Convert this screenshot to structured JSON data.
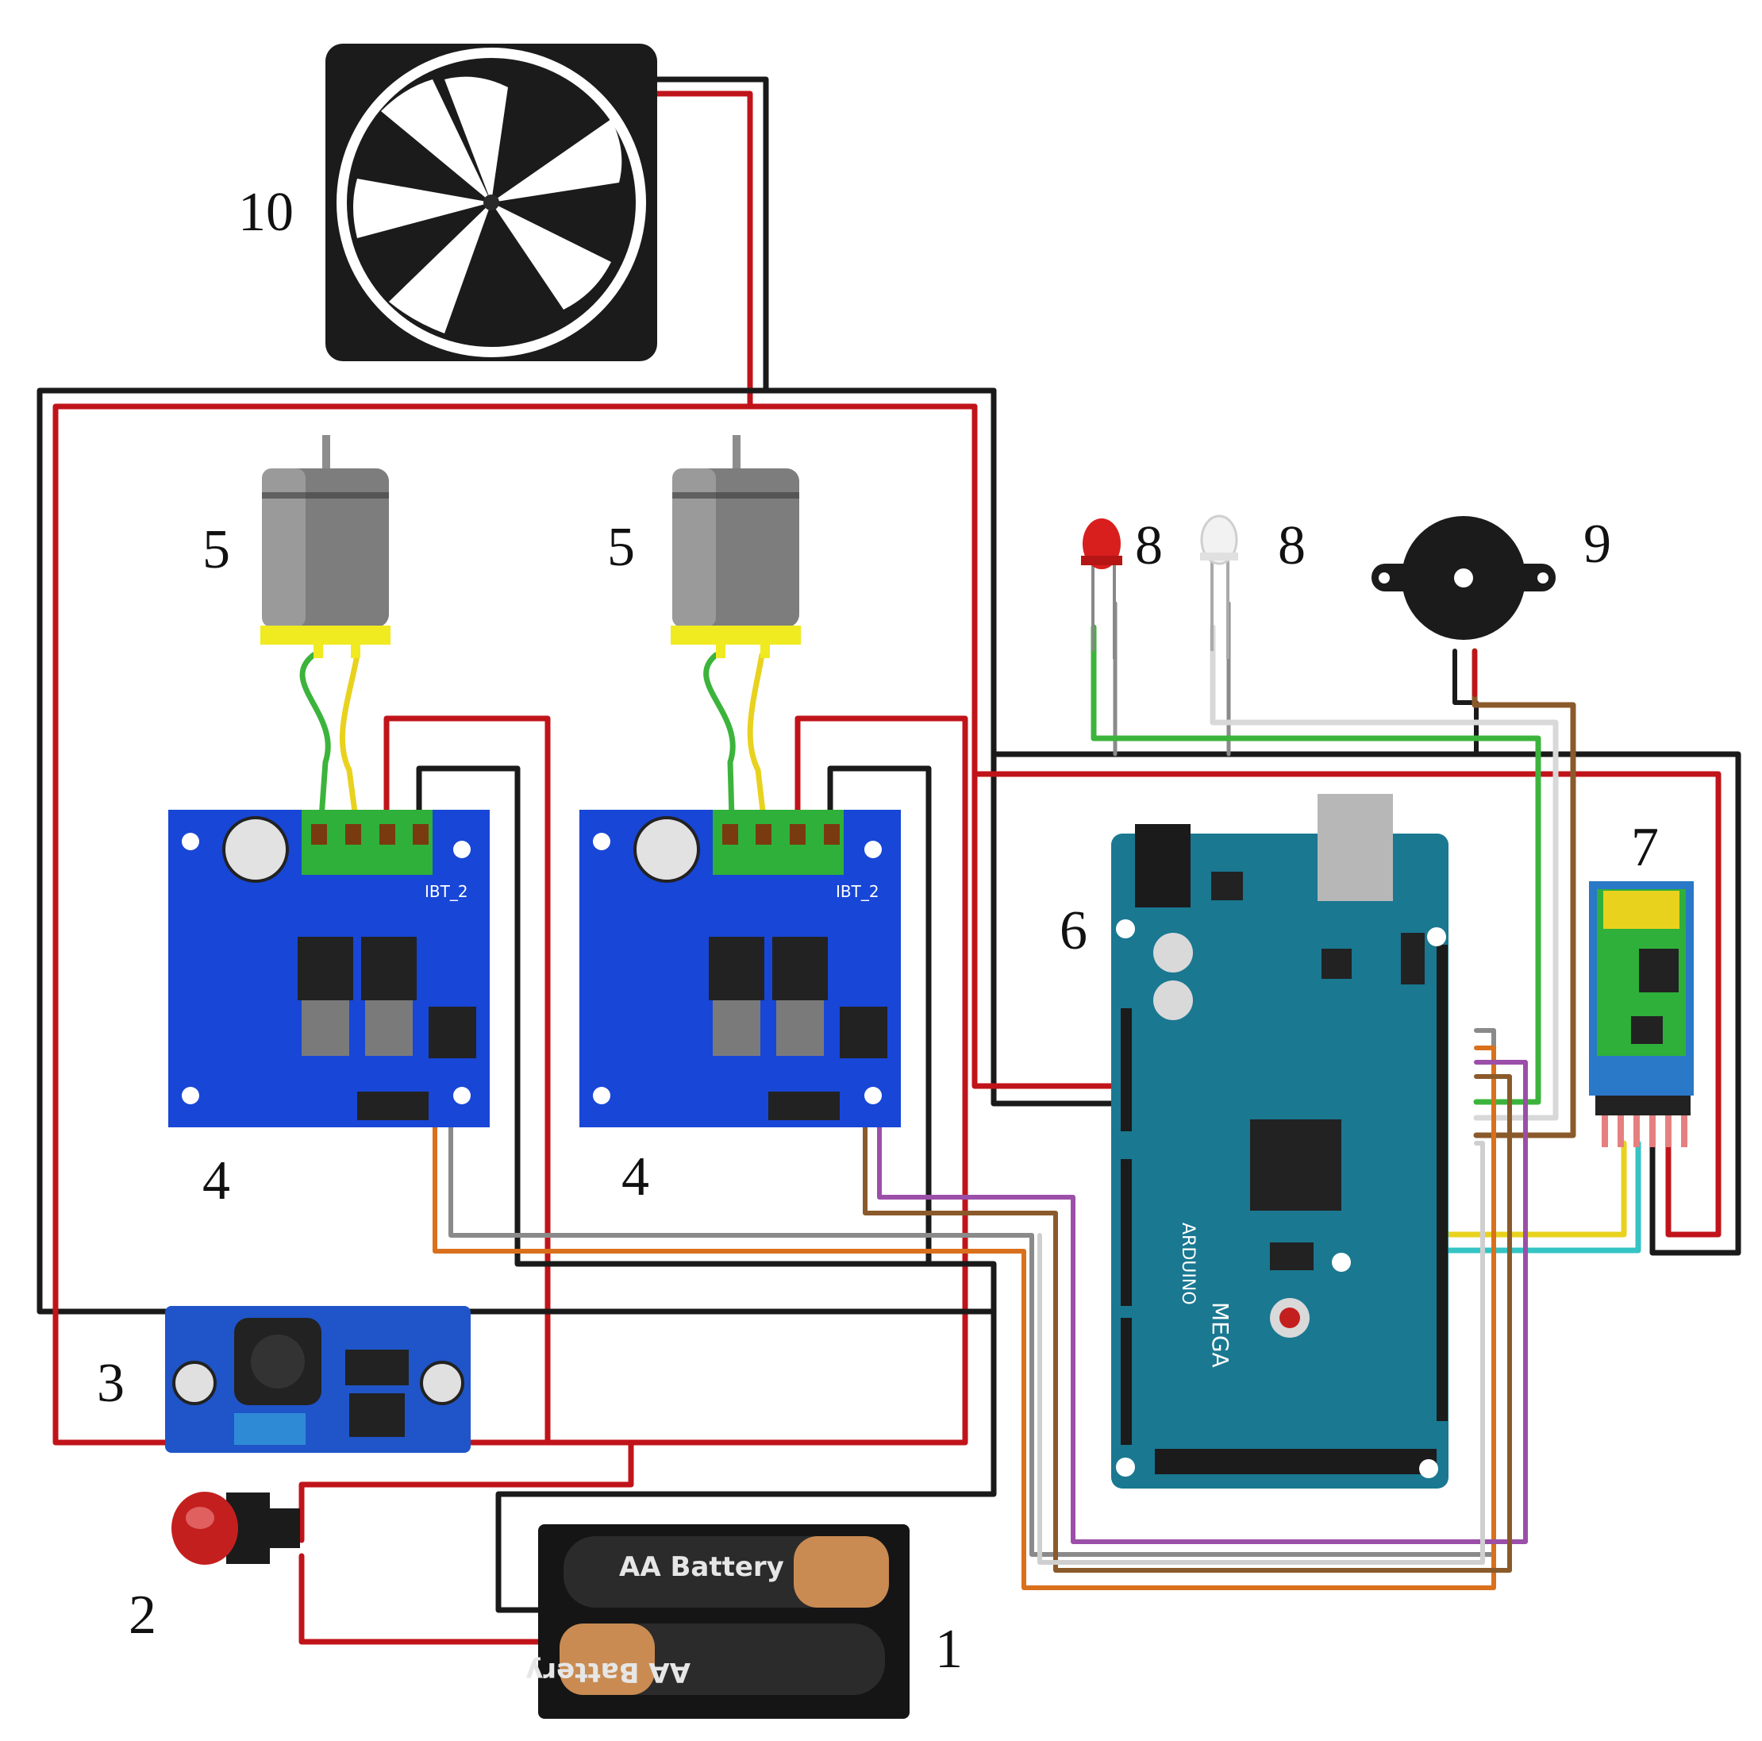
{
  "labels": {
    "battery": "1",
    "switch": "2",
    "buck_converter": "3",
    "driver_left": "4",
    "driver_right": "4",
    "motor_left": "5",
    "motor_right": "5",
    "arduino": "6",
    "bluetooth": "7",
    "led_red": "8",
    "led_white": "8",
    "buzzer": "9",
    "fan": "10"
  },
  "silkscreen": {
    "driver_left": "IBT_2",
    "driver_right": "IBT_2",
    "battery_top": "AA Battery",
    "battery_bottom": "AA Battery",
    "arduino_brand": "ARDUINO",
    "arduino_model": "MEGA"
  },
  "colors": {
    "wire_red": "#c0141a",
    "wire_black": "#1a1a1a",
    "wire_green": "#3cb43c",
    "wire_yellow": "#e8d21e",
    "wire_white": "#d8d8d8",
    "wire_gray": "#8a8a8a",
    "wire_orange": "#d9701c",
    "wire_purple": "#9b4fa8",
    "wire_brown": "#8b5a2b",
    "wire_cyan": "#35c4c4",
    "driver_board": "#1846d6",
    "arduino_board": "#1a7891",
    "bt_board": "#2a78c8",
    "buck_board": "#1f55c8"
  }
}
